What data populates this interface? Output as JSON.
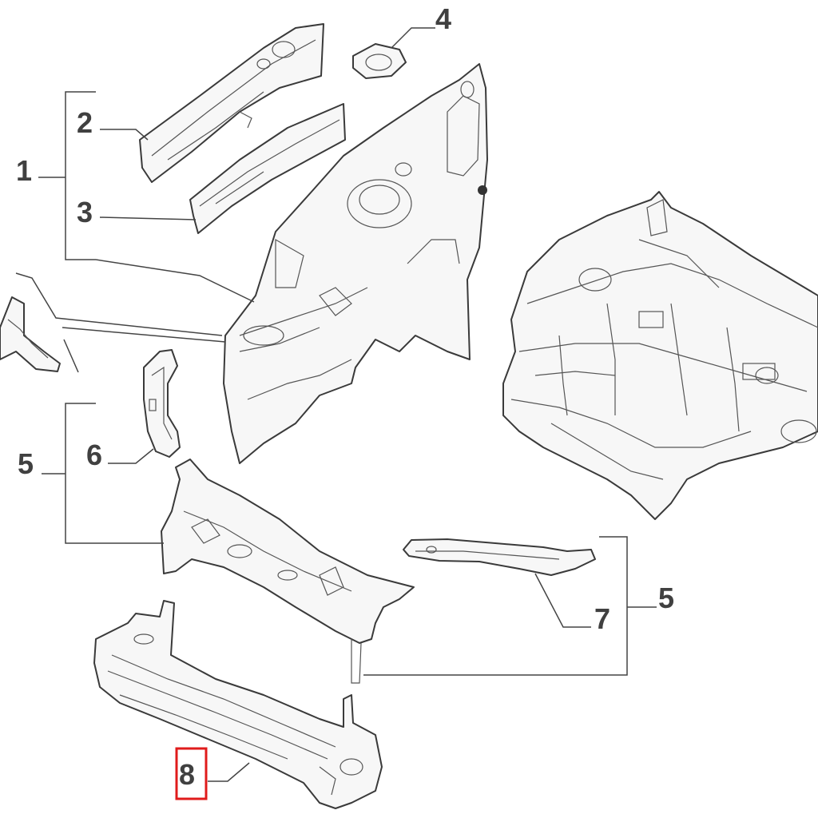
{
  "callouts": [
    {
      "id": "1",
      "text": "1"
    },
    {
      "id": "2",
      "text": "2"
    },
    {
      "id": "3",
      "text": "3"
    },
    {
      "id": "4",
      "text": "4"
    },
    {
      "id": "5a",
      "text": "5"
    },
    {
      "id": "6",
      "text": "6"
    },
    {
      "id": "5b",
      "text": "5"
    },
    {
      "id": "7",
      "text": "7"
    },
    {
      "id": "8",
      "text": "8"
    }
  ],
  "highlight": {
    "callout": "8",
    "color": "#e01b1b"
  },
  "colors": {
    "line": "#3a3a3a",
    "label": "#404040",
    "part_fill": "#f7f7f7"
  }
}
